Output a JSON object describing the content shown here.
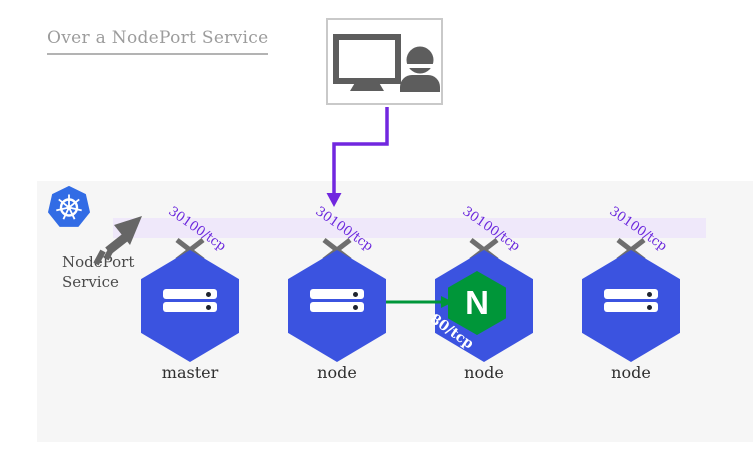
{
  "title": "Over a NodePort Service",
  "service": {
    "name_line1": "NodePort",
    "name_line2": "Service"
  },
  "nodes": [
    {
      "label": "master",
      "port": "30100/tcp",
      "kind": "server"
    },
    {
      "label": "node",
      "port": "30100/tcp",
      "kind": "server"
    },
    {
      "label": "node",
      "port": "30100/tcp",
      "kind": "nginx",
      "pod_port": "80/tcp",
      "nginx_initial": "N"
    },
    {
      "label": "node",
      "port": "30100/tcp",
      "kind": "server"
    }
  ],
  "icons": {
    "client": "client-workstation-icon",
    "kubernetes": "kubernetes-logo",
    "nginx": "nginx-logo",
    "port_mark": "port-x-mark"
  },
  "colors": {
    "node_blue": "#3b53e0",
    "kubernetes_blue": "#326ce5",
    "nginx_green": "#009639",
    "purple_accent": "#7127df",
    "band_lavender": "#efe8fa",
    "panel_gray": "#f6f6f6",
    "icon_gray": "#5d5d5d",
    "title_gray": "#9c9c9c"
  }
}
